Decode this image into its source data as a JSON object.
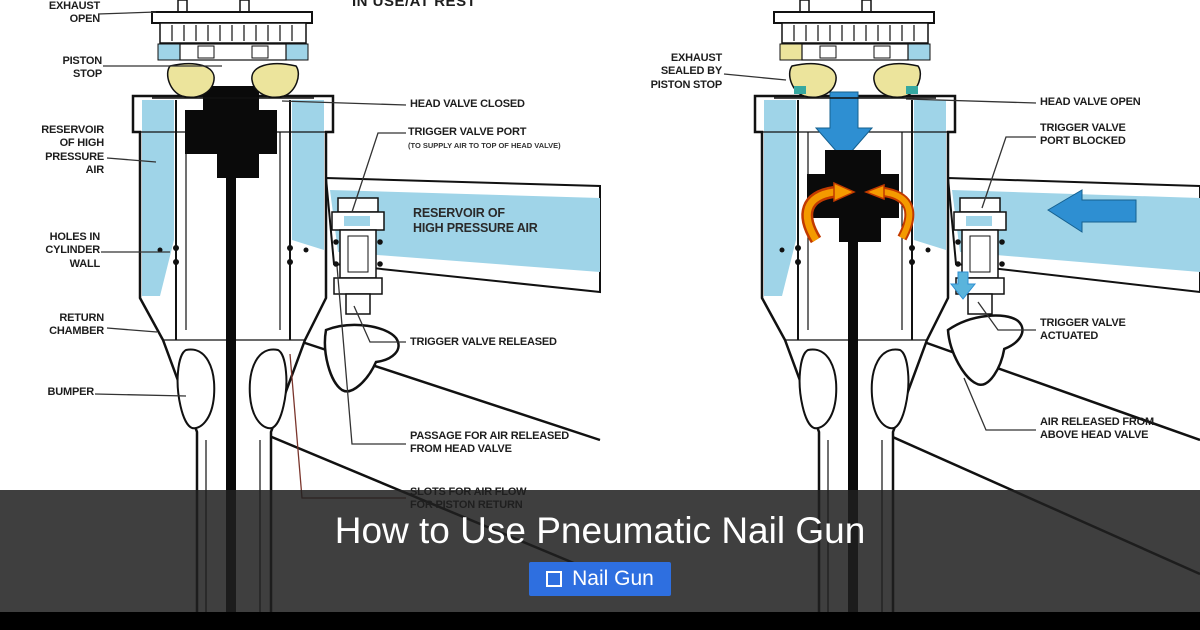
{
  "overlay": {
    "title": "How to Use Pneumatic Nail Gun",
    "tag": {
      "icon": "tag-icon",
      "label": "Nail Gun"
    }
  },
  "colors": {
    "air_blue": "#9fd4e8",
    "arrow_blue": "#2e8fd2",
    "seal_yellow": "#ece49c",
    "arrow_orange": "#f49a00",
    "arrow_red": "#c23a00",
    "tag_button_blue": "#2e6fe0",
    "overlay_gray": "#212121"
  },
  "left_diagram": {
    "header_partial": "IN USE/AT REST",
    "labels": {
      "exhaust_open": "EXHAUST\nOPEN",
      "piston_stop": "PISTON\nSTOP",
      "reservoir_left": "RESERVOIR\nOF HIGH\nPRESSURE\nAIR",
      "holes_in_cylinder_wall": "HOLES IN\nCYLINDER\nWALL",
      "return_chamber": "RETURN\nCHAMBER",
      "bumper": "BUMPER",
      "head_valve_closed": "HEAD VALVE CLOSED",
      "trigger_valve_port": "TRIGGER VALVE PORT",
      "trigger_valve_port_sub": "(TO SUPPLY AIR TO TOP OF HEAD VALVE)",
      "reservoir_handle": "RESERVOIR OF\nHIGH PRESSURE AIR",
      "trigger_valve_released": "TRIGGER VALVE RELEASED",
      "passage_for_air": "PASSAGE FOR AIR RELEASED\nFROM HEAD VALVE",
      "slots_for_air": "SLOTS FOR AIR FLOW\nFOR PISTON RETURN"
    }
  },
  "right_diagram": {
    "labels": {
      "exhaust_sealed": "EXHAUST\nSEALED BY\nPISTON STOP",
      "head_valve_open": "HEAD VALVE OPEN",
      "trigger_valve_port_blocked": "TRIGGER VALVE\nPORT BLOCKED",
      "trigger_valve_actuated": "TRIGGER VALVE\nACTUATED",
      "air_released": "AIR RELEASED FROM\nABOVE HEAD VALVE"
    }
  }
}
